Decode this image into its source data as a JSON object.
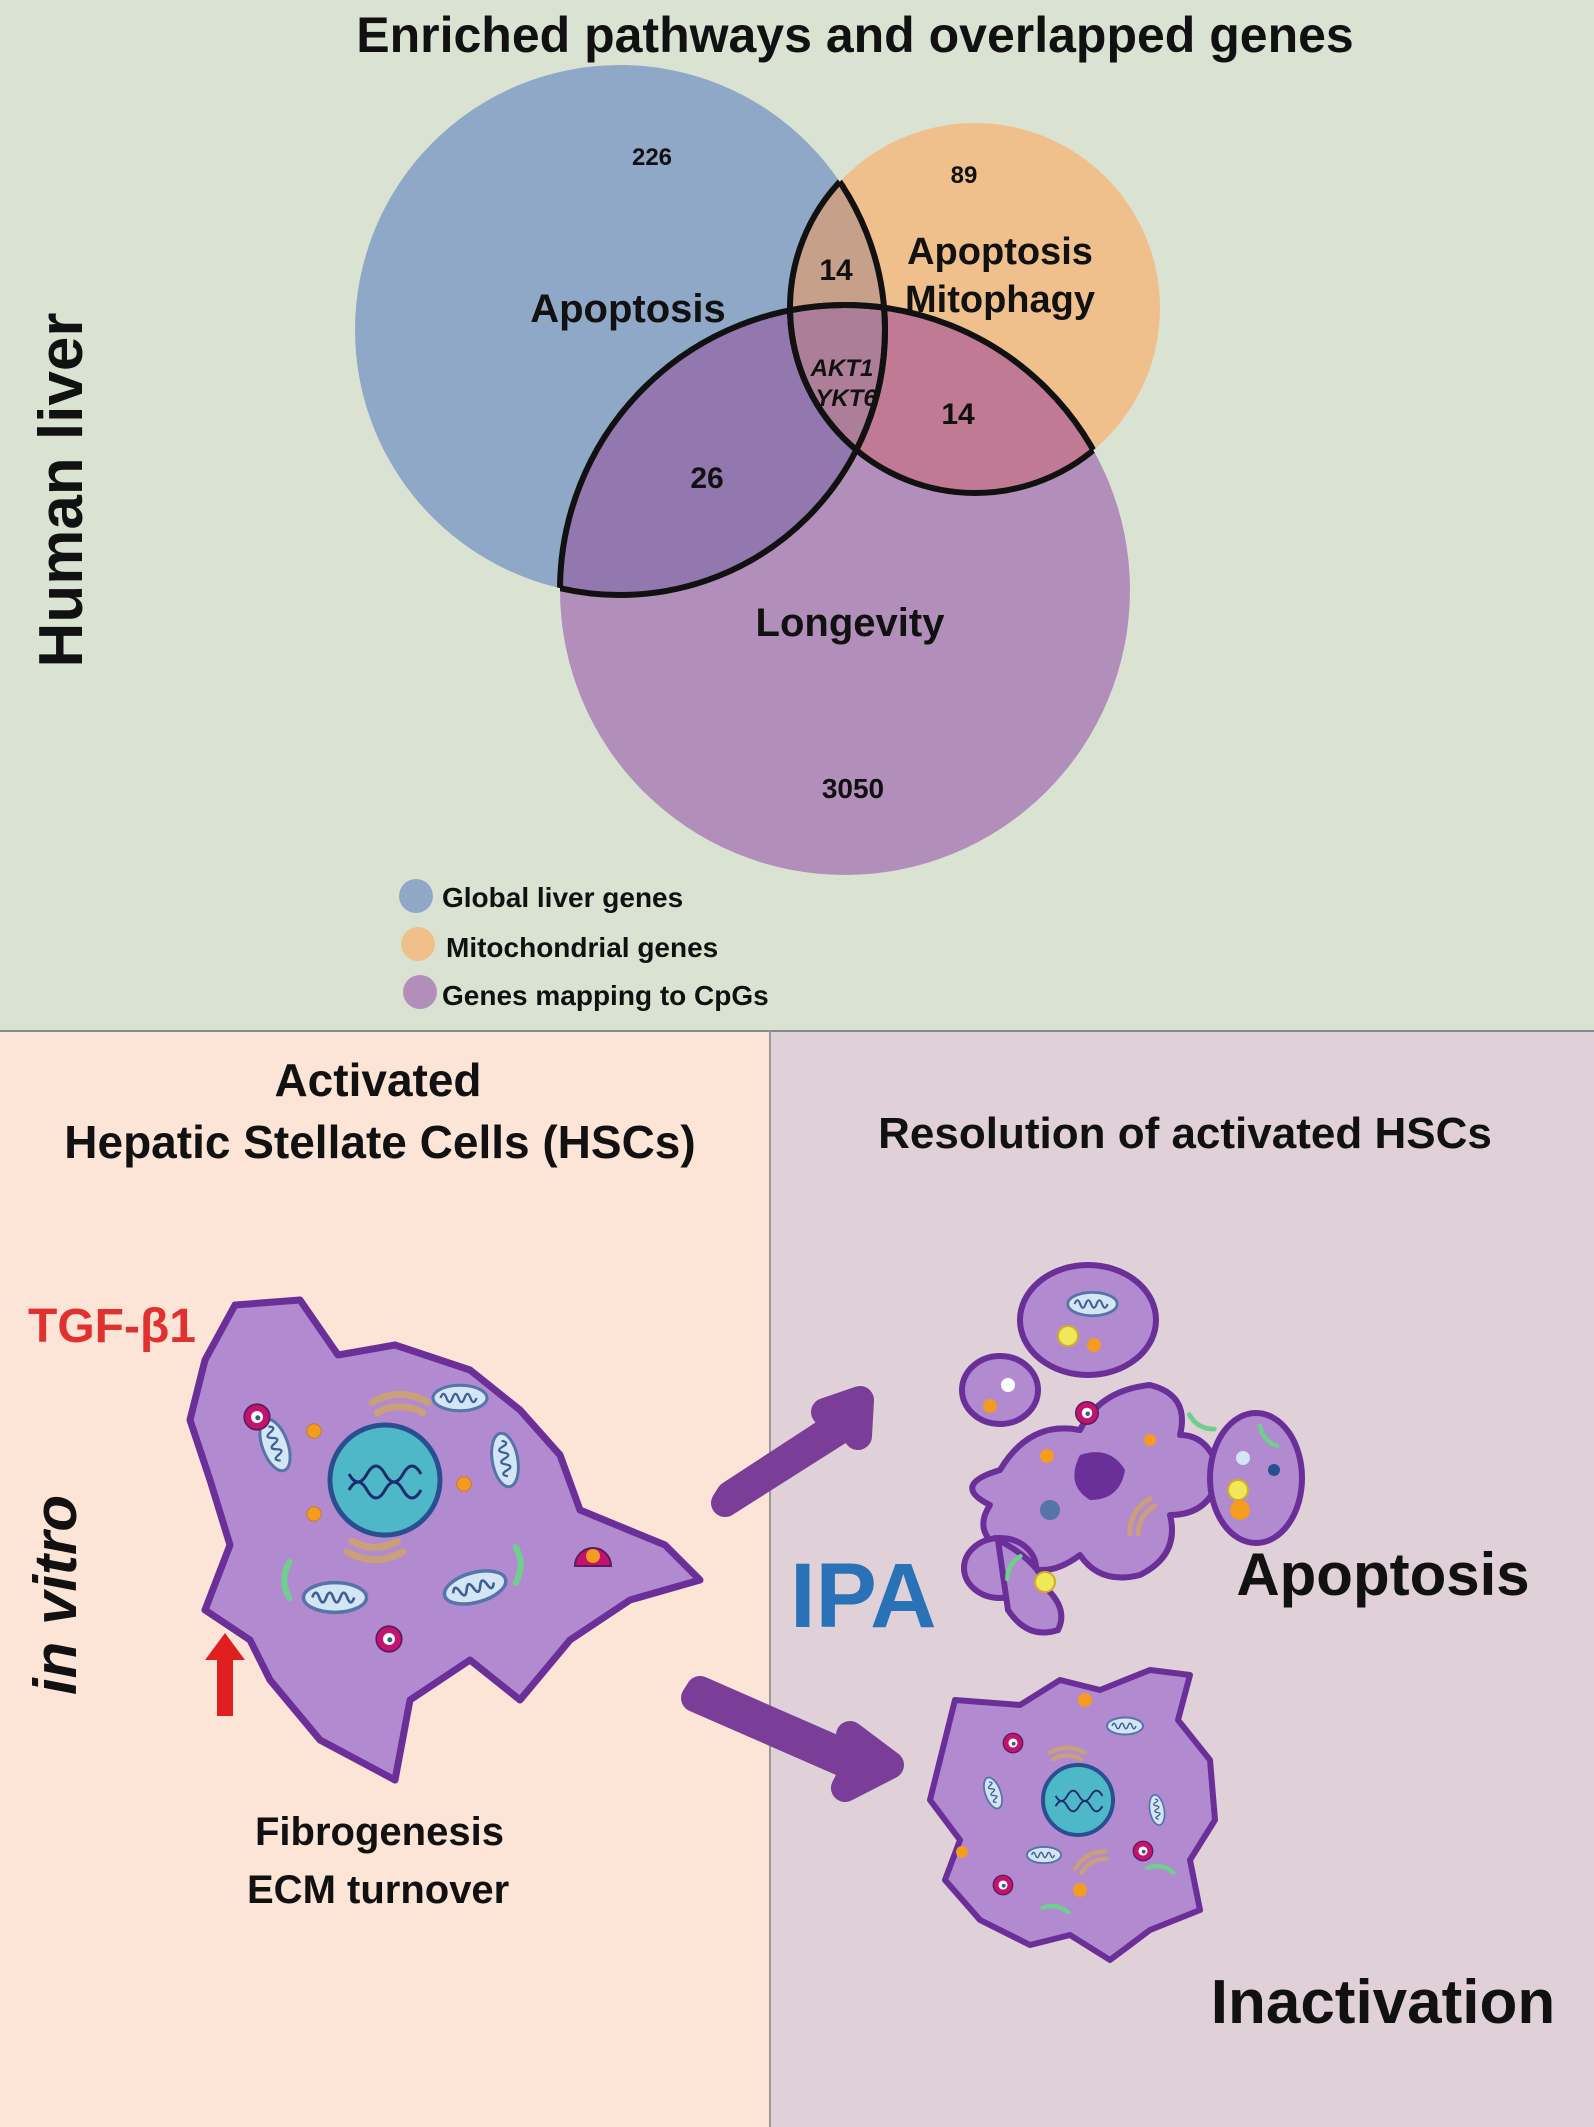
{
  "top_panel": {
    "title": "Enriched pathways and overlapped genes",
    "side_label": "Human liver",
    "venn": {
      "sets": [
        {
          "legend": "Global liver genes",
          "color": "#8fa8c8"
        },
        {
          "legend": "Mitochondrial genes",
          "color": "#f0c08c"
        },
        {
          "legend": "Genes mapping to CpGs",
          "color": "#b28fbb"
        }
      ],
      "regions": {
        "global_only": "226",
        "mito_only": "89",
        "cpg_only": "3050",
        "global_mito": "14",
        "mito_cpg": "14",
        "global_cpg": "26",
        "all_line1": "AKT1",
        "all_line2": "YKT6"
      },
      "pathway_labels": {
        "global": "Apoptosis",
        "mito_line1": "Apoptosis",
        "mito_line2": "Mitophagy",
        "cpg": "Longevity"
      }
    }
  },
  "bottom_left": {
    "title_line1": "Activated",
    "title_line2": "Hepatic Stellate Cells (HSCs)",
    "treatment": "TGF-β1",
    "side_label": "in vitro",
    "effect_line1": "Fibrogenesis",
    "effect_line2": "ECM turnover"
  },
  "bottom_right": {
    "title": "Resolution of activated HSCs",
    "method": "IPA",
    "outcome_1": "Apoptosis",
    "outcome_2": "Inactivation"
  },
  "colors": {
    "top_bg": "#dae3d2",
    "left_bg": "#fce4d6",
    "right_bg": "#e0d0d8",
    "cell": "#b28ad0",
    "cell_border": "#6a2f98",
    "arrow": "#7a3e98",
    "tgf": "#e03030",
    "ipa": "#2a72b8",
    "up_arrow": "#e02020"
  }
}
